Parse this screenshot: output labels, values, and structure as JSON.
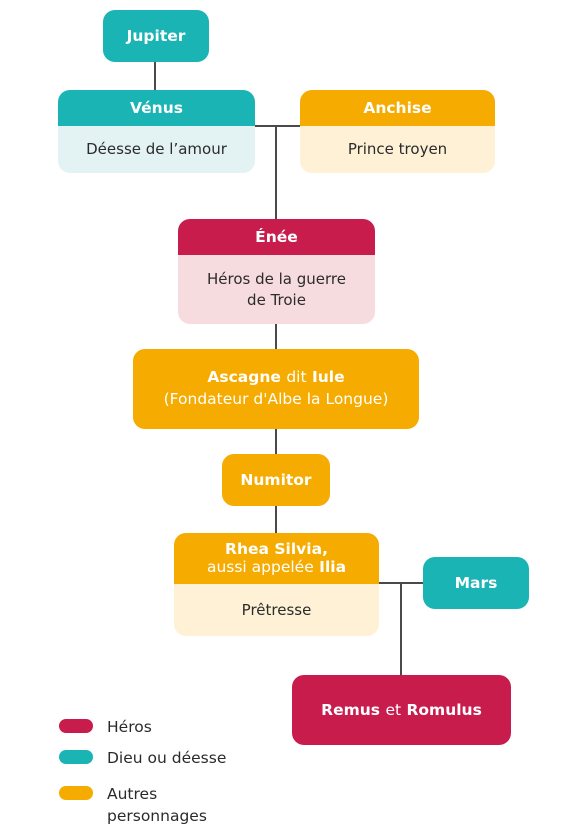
{
  "nodes": {
    "jupiter": {
      "name": "Jupiter"
    },
    "venus": {
      "name": "Vénus",
      "desc": "Déesse de l’amour"
    },
    "anchise": {
      "name": "Anchise",
      "desc": "Prince troyen"
    },
    "enee": {
      "name": "Énée",
      "desc_line1": "Héros de la guerre",
      "desc_line2": "de Troie"
    },
    "ascagne": {
      "name_a": "Ascagne",
      "connector": "dit",
      "name_b": "Iule",
      "subtitle": "(Fondateur d'Albe la Longue)"
    },
    "numitor": {
      "name": "Numitor"
    },
    "rhea": {
      "name": "Rhea Silvia",
      "comma": ",",
      "aka": "aussi appelée",
      "alias": "Ilia",
      "desc": "Prêtresse"
    },
    "mars": {
      "name": "Mars"
    },
    "twins": {
      "name_a": "Remus",
      "connector": "et",
      "name_b": "Romulus"
    }
  },
  "legend": [
    {
      "label": "Héros",
      "color": "#c71c4c"
    },
    {
      "label": "Dieu ou déesse",
      "color": "#1ab4b4"
    },
    {
      "label": "Autres",
      "label2": "personnages",
      "color": "#f5ab00"
    }
  ]
}
